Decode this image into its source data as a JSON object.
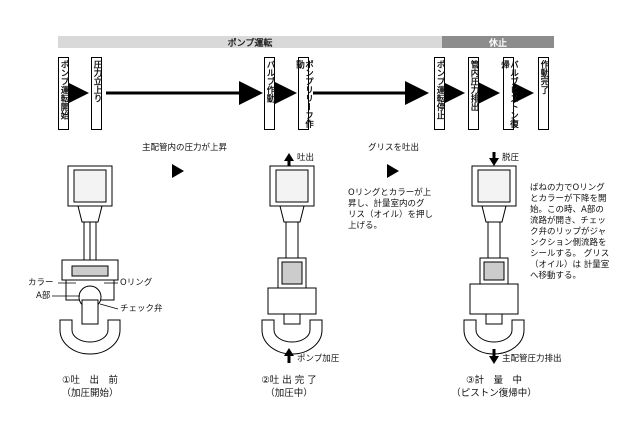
{
  "phases": {
    "run": "ポンプ運転",
    "stop": "休止"
  },
  "steps": [
    {
      "label": "ポンプ運転開始"
    },
    {
      "label": "圧力立上り"
    },
    {
      "label": "バルブ作動"
    },
    {
      "label": "ポンプリリーフ作動"
    },
    {
      "label": "ポンプ運転停止"
    },
    {
      "label": "管内圧力排出"
    },
    {
      "label": "バルブピストン復帰"
    },
    {
      "label": "作動完了"
    }
  ],
  "notes": {
    "pressure_rise": "主配管内の圧力が上昇",
    "grease_discharge": "グリスを吐出"
  },
  "arrows": {
    "discharge": "吐出",
    "decompress": "脱圧",
    "pump_pressure": "ポンプ加圧",
    "main_pipe_exhaust": "主配管圧力排出"
  },
  "parts": {
    "collar": "カラー",
    "o_ring": "Oリング",
    "a_part": "A部",
    "check_valve": "チェック弁"
  },
  "desc_mid": [
    "Oリングとカラーが上",
    "昇し、計量室内のグ",
    "リス（オイル）を押し",
    "上げる。"
  ],
  "desc_right": [
    "ばねの力でOリング",
    "とカラーが下降を開",
    "始。この時、A部の",
    "流路が開き、チェッ",
    "ク弁のリップがジャ",
    "ンクション側流路を",
    "シールする。 グリス",
    "（オイル）は 計量室",
    "へ移動する。"
  ],
  "captions": [
    {
      "line1": "①吐　出　前",
      "line2": "（加圧開始）"
    },
    {
      "line1": "②吐 出 完 了",
      "line2": "（加圧中）"
    },
    {
      "line1": "③計　量　中",
      "line2": "（ピストン復帰中）"
    }
  ]
}
